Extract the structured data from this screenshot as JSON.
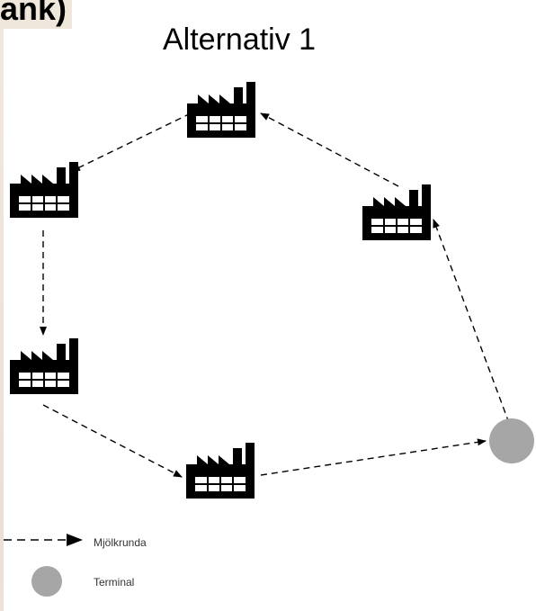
{
  "header": {
    "title": "ank)"
  },
  "diagram": {
    "title": "Alternativ 1",
    "node_icon": "factory-icon",
    "terminal_icon": "terminal-circle-icon",
    "colors": {
      "node": "#000000",
      "arrow": "#000000",
      "terminal": "#a6a6a6"
    }
  },
  "legend": {
    "items": [
      {
        "icon": "dashed-arrow-icon",
        "label": "Mjölkrunda"
      },
      {
        "icon": "gray-circle-icon",
        "label": "Terminal"
      }
    ]
  }
}
